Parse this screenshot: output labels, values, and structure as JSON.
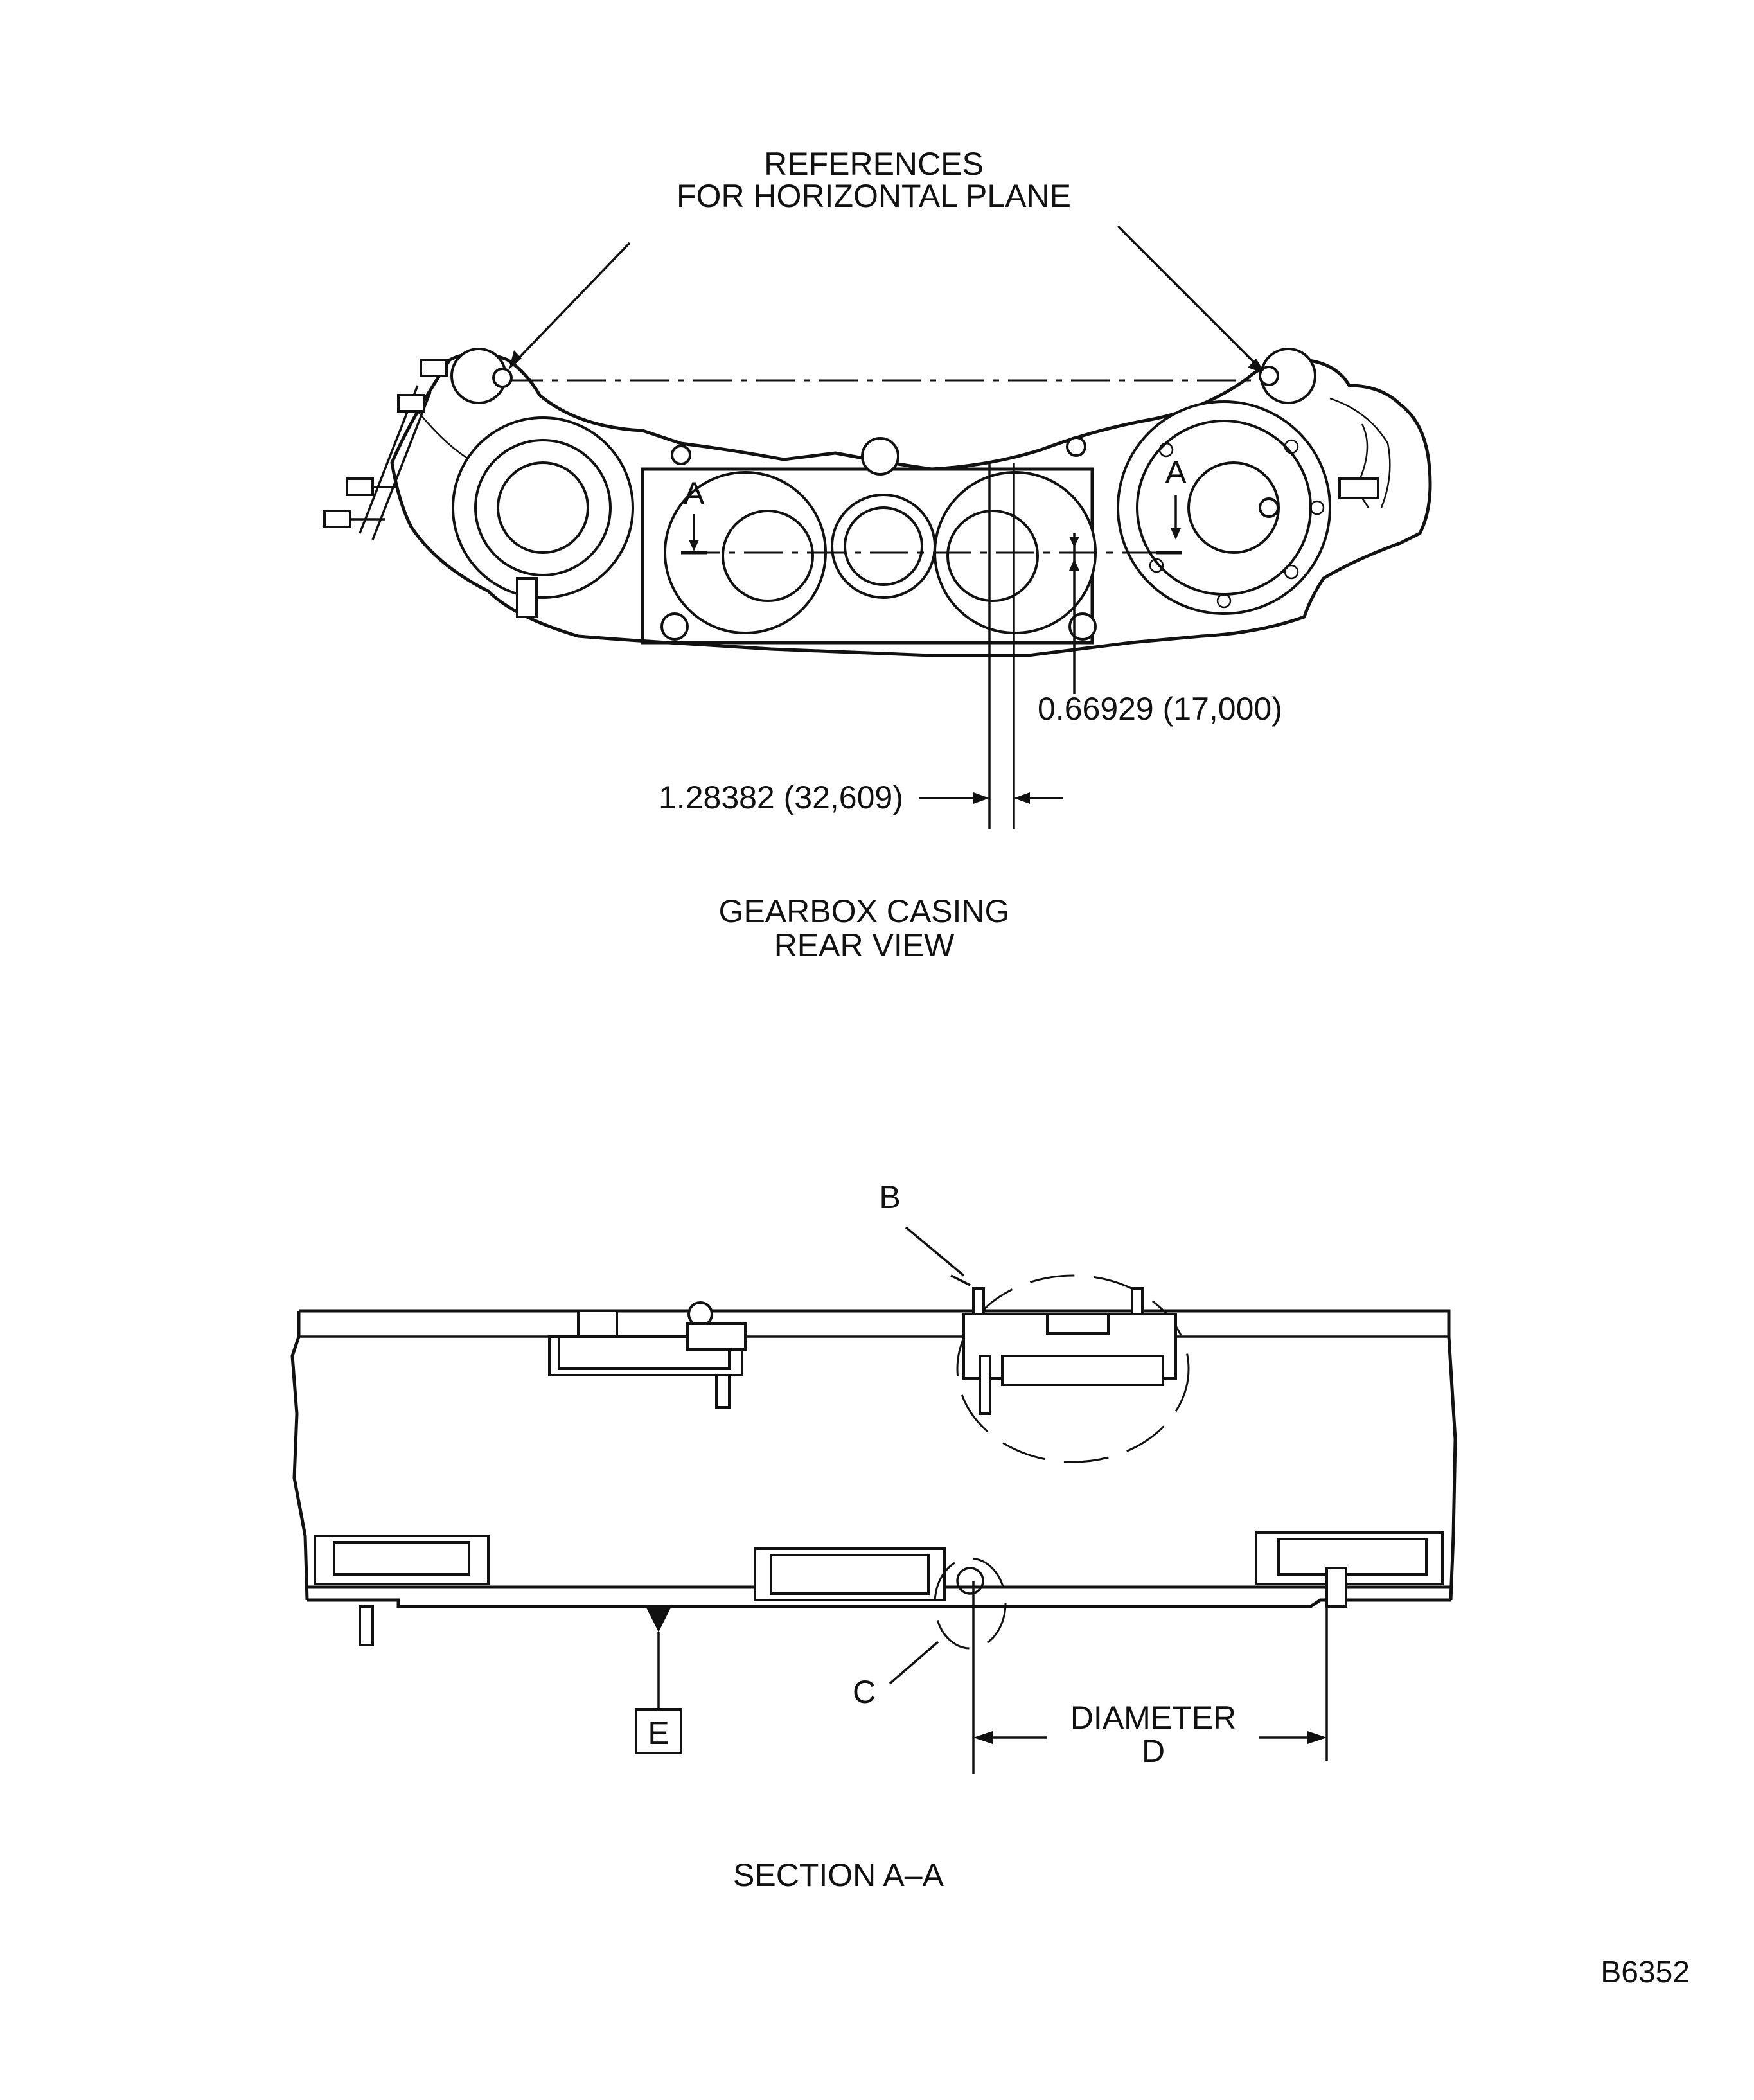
{
  "figure_id": "B6352",
  "top_view": {
    "reference_label_line1": "REFERENCES",
    "reference_label_line2": "FOR HORIZONTAL PLANE",
    "section_marker_left": "A",
    "section_marker_right": "A",
    "dim_vertical": "0.66929 (17,000)",
    "dim_horizontal": "1.28382 (32,609)",
    "caption_line1": "GEARBOX CASING",
    "caption_line2": "REAR VIEW"
  },
  "bottom_view": {
    "detail_b": "B",
    "detail_c": "C",
    "datum_e": "E",
    "diameter_line1": "DIAMETER",
    "diameter_line2": "D",
    "caption": "SECTION A–A"
  }
}
